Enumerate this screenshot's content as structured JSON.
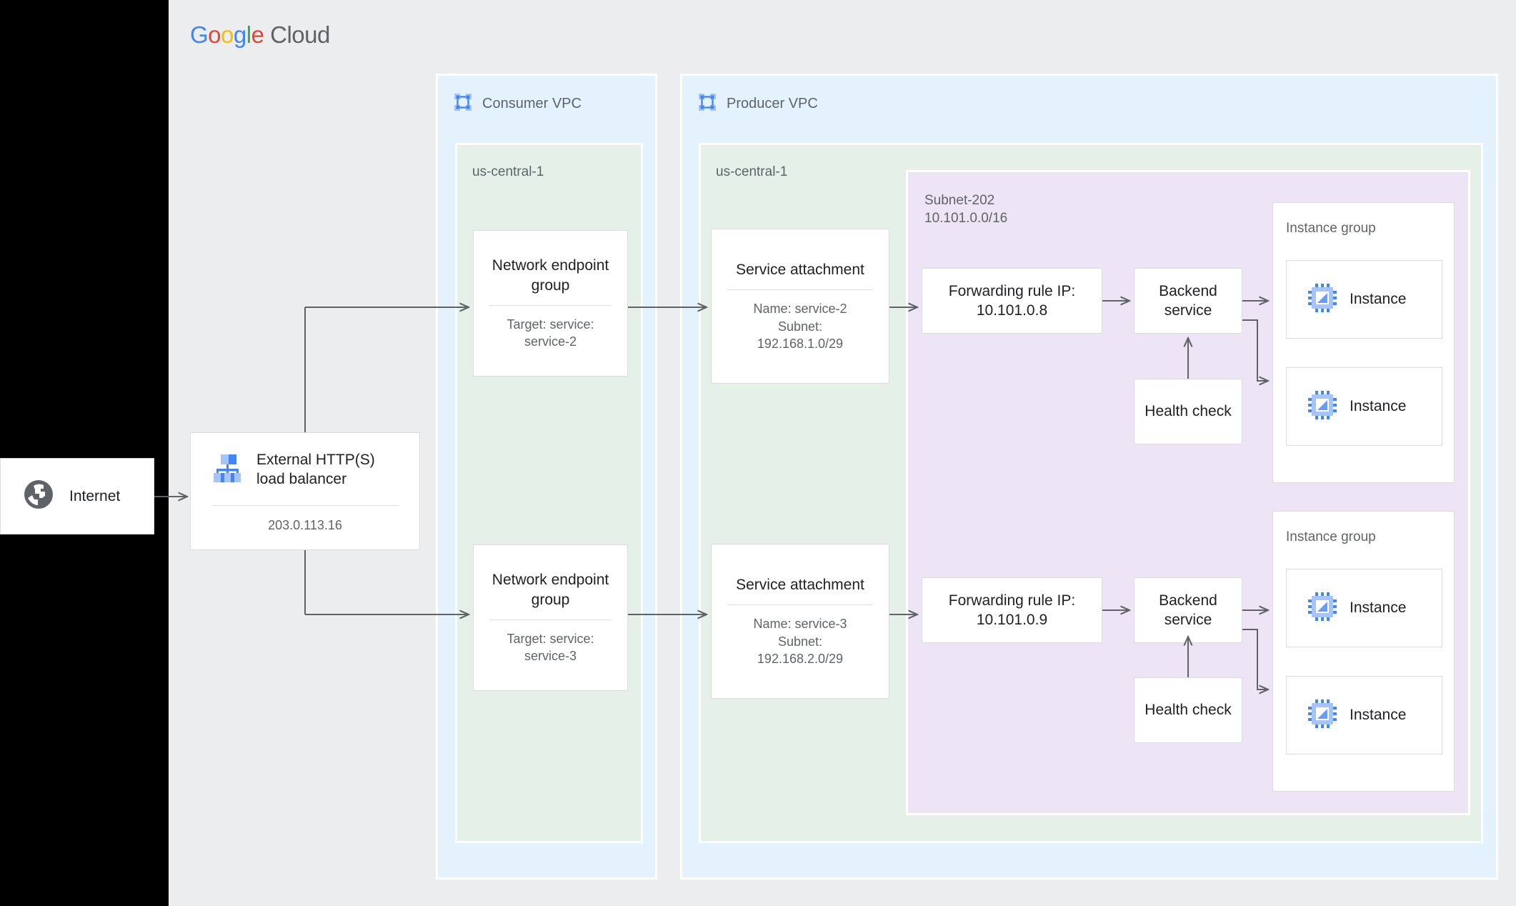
{
  "brand": {
    "google_letters": [
      "G",
      "o",
      "o",
      "g",
      "l",
      "e"
    ],
    "cloud_word": "Cloud",
    "colors": {
      "blue": "#4285F4",
      "red": "#EA4335",
      "yellow": "#FBBC05",
      "green": "#34A853",
      "gray_text": "#5F6368",
      "panel_bg": "#EBEDEF",
      "vpc_bg": "#E3F2FD",
      "region_bg": "#E4F0E8",
      "subnet_bg": "#EDE4F5",
      "node_border": "#DADCE0",
      "connector": "#5F6368"
    }
  },
  "internet": {
    "label": "Internet",
    "icon": "globe-icon"
  },
  "load_balancer": {
    "title": "External HTTP(S)\nload balancer",
    "ip": "203.0.113.16",
    "icon": "load-balancer-hierarchy-icon"
  },
  "consumer_vpc": {
    "label": "Consumer VPC",
    "icon": "vpc-network-icon",
    "region": "us-central-1",
    "network_endpoint_groups": [
      {
        "title": "Network\nendpoint group",
        "sub": "Target: service:\nservice-2"
      },
      {
        "title": "Network\nendpoint group",
        "sub": "Target: service:\nservice-3"
      }
    ]
  },
  "producer_vpc": {
    "label": "Producer VPC",
    "icon": "vpc-network-icon",
    "region": "us-central-1",
    "service_attachments": [
      {
        "title": "Service attachment",
        "sub": "Name: service-2\nSubnet:\n192.168.1.0/29"
      },
      {
        "title": "Service attachment",
        "sub": "Name: service-3\nSubnet:\n192.168.2.0/29"
      }
    ],
    "subnet": {
      "name": "Subnet-202",
      "cidr": "10.101.0.0/16",
      "label": "Subnet-202\n10.101.0.0/16"
    },
    "forwarding_rules": [
      {
        "title": "Forwarding rule\nIP: 10.101.0.8"
      },
      {
        "title": "Forwarding rule\nIP: 10.101.0.9"
      }
    ],
    "backend_services": [
      {
        "title": "Backend\nservice"
      },
      {
        "title": "Backend\nservice"
      }
    ],
    "health_checks": [
      {
        "title": "Health\ncheck"
      },
      {
        "title": "Health\ncheck"
      }
    ],
    "instance_groups": [
      {
        "label": "Instance group",
        "instances": [
          {
            "label": "Instance",
            "icon": "compute-instance-icon"
          },
          {
            "label": "Instance",
            "icon": "compute-instance-icon"
          }
        ]
      },
      {
        "label": "Instance group",
        "instances": [
          {
            "label": "Instance",
            "icon": "compute-instance-icon"
          },
          {
            "label": "Instance",
            "icon": "compute-instance-icon"
          }
        ]
      }
    ]
  }
}
